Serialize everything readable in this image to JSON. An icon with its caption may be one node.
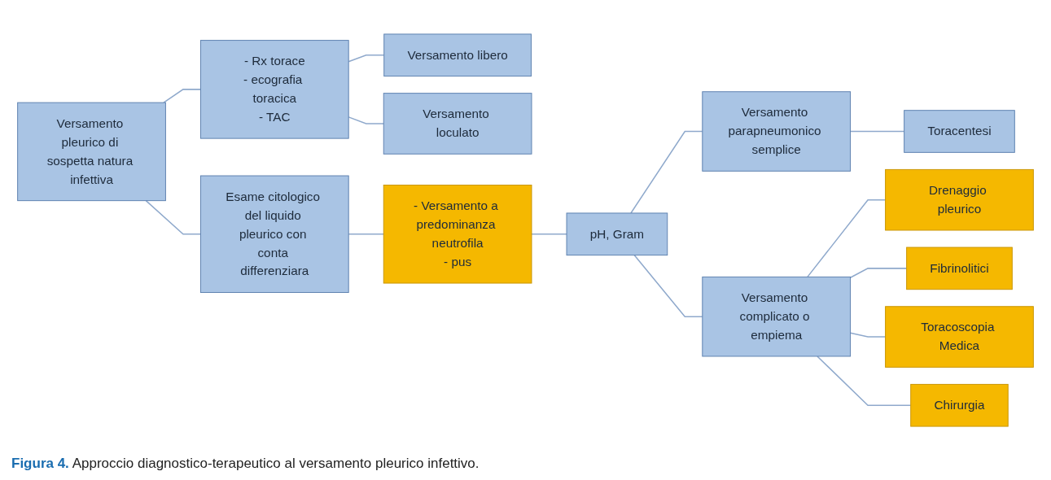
{
  "diagram": {
    "caption": "**Figura 4.** Approccio diagnostico-terapeutico al versamento pleurico infettivo.",
    "nodes": [
      {
        "text": [
          "Versamento pleurico di sospetta natura infettiva"
        ]
      },
      {
        "text": [
          "- Rx torace",
          "- ecografia toracica",
          "- TAC"
        ]
      },
      {
        "text": [
          "Versamento libero"
        ]
      },
      {
        "text": [
          "Versamento loculato"
        ]
      },
      {
        "text": [
          "Esame citologico del liquido pleurico con conta differenziara"
        ]
      },
      {
        "text": [
          "- Versamento a predominanza neutrofila",
          "- pus"
        ]
      },
      {
        "text": [
          "pH, Gram"
        ]
      },
      {
        "text": [
          "Versamento parapneumonico semplice"
        ]
      },
      {
        "text": [
          "Toracentesi"
        ]
      },
      {
        "text": [
          "Versamento complicato o empiema"
        ]
      },
      {
        "text": [
          "Drenaggio pleurico"
        ]
      },
      {
        "text": [
          "Fibrinolitici"
        ]
      },
      {
        "text": [
          "Toracoscopia Medica"
        ]
      },
      {
        "text": [
          "Chirurgia"
        ]
      }
    ],
    "edges": [
      {
        "from": 0,
        "to": 1,
        "arrow": "none"
      },
      {
        "from": 0,
        "to": 4,
        "arrow": "none"
      },
      {
        "from": 1,
        "to": 2,
        "arrow": "none"
      },
      {
        "from": 1,
        "to": 3,
        "arrow": "none"
      },
      {
        "from": 4,
        "to": 5,
        "arrow": "none"
      },
      {
        "from": 5,
        "to": 6,
        "arrow": "none"
      },
      {
        "from": 6,
        "to": 7,
        "arrow": "none"
      },
      {
        "from": 6,
        "to": 9,
        "arrow": "none"
      },
      {
        "from": 7,
        "to": 8,
        "arrow": "none"
      },
      {
        "from": 9,
        "to": 10,
        "arrow": "none"
      },
      {
        "from": 9,
        "to": 11,
        "arrow": "none"
      },
      {
        "from": 9,
        "to": 12,
        "arrow": "none"
      },
      {
        "from": 9,
        "to": 13,
        "arrow": "none"
      }
    ]
  }
}
